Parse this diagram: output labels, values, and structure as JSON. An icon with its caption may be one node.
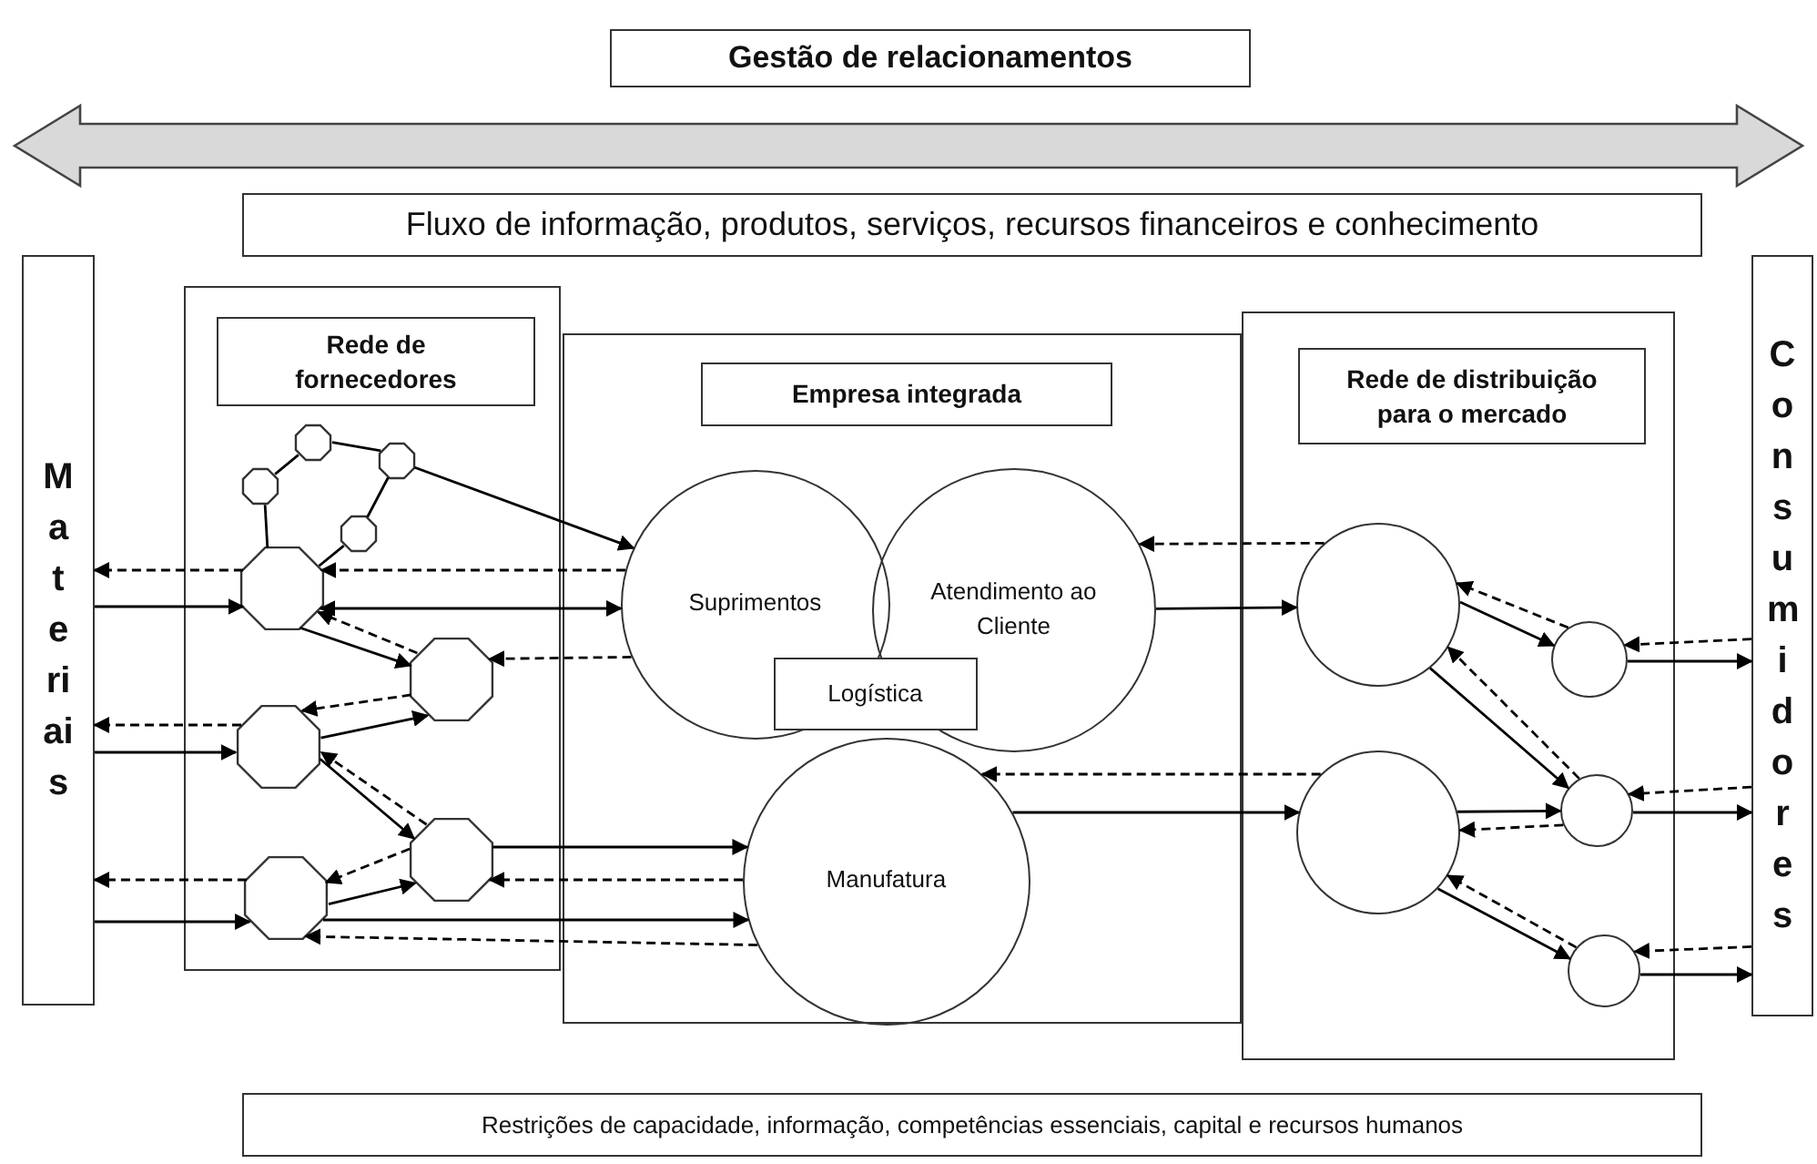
{
  "diagram": {
    "title": "Gestão de relacionamentos",
    "nodes": [
      {
        "text": [
          "Fluxo de informação, produtos, serviços, recursos financeiros e conhecimento"
        ]
      },
      {
        "text": [
          "Materiais"
        ]
      },
      {
        "text": [
          "Rede de fornecedores"
        ]
      },
      {
        "text": [],
        "shape": "octagon",
        "in": 2
      },
      {
        "text": [],
        "shape": "octagon",
        "in": 2
      },
      {
        "text": [],
        "shape": "octagon",
        "in": 2
      },
      {
        "text": [],
        "shape": "octagon",
        "in": 2
      },
      {
        "text": [],
        "shape": "octagon",
        "in": 2
      },
      {
        "text": [],
        "shape": "octagon",
        "in": 2
      },
      {
        "text": [],
        "shape": "octagon",
        "in": 2
      },
      {
        "text": [],
        "shape": "octagon",
        "in": 2
      },
      {
        "text": [],
        "shape": "octagon",
        "in": 2
      },
      {
        "text": [
          "Empresa integrada"
        ]
      },
      {
        "text": [
          "Suprimentos"
        ],
        "in": 12
      },
      {
        "text": [
          "Atendimento ao Cliente"
        ],
        "in": 12
      },
      {
        "text": [
          "Logística"
        ],
        "in": 12
      },
      {
        "text": [
          "Manufatura"
        ],
        "in": 12
      },
      {
        "text": [
          "Rede de distribuição para o mercado"
        ]
      },
      {
        "text": [],
        "shape": "circle",
        "in": 17
      },
      {
        "text": [],
        "shape": "circle",
        "in": 17
      },
      {
        "text": [],
        "shape": "circle",
        "in": 17
      },
      {
        "text": [],
        "shape": "circle",
        "in": 17
      },
      {
        "text": [],
        "shape": "circle",
        "in": 17
      },
      {
        "text": [
          "Consumidores"
        ]
      },
      {
        "text": [
          "Restrições de capacidade, informação, competências essenciais, capital e recursos humanos"
        ]
      }
    ],
    "edges": [
      {
        "from": 5,
        "to": 3,
        "arrow": "none"
      },
      {
        "from": 3,
        "to": 4,
        "arrow": "none"
      },
      {
        "from": 4,
        "to": 6,
        "arrow": "none"
      },
      {
        "from": 5,
        "to": 7,
        "arrow": "none"
      },
      {
        "from": 6,
        "to": 7,
        "arrow": "none"
      },
      {
        "from": 4,
        "to": 13,
        "arrow": "to"
      },
      {
        "from": 7,
        "to": 1,
        "arrow": "to",
        "style": "dashed"
      },
      {
        "from": 1,
        "to": 7,
        "arrow": "to"
      },
      {
        "from": 13,
        "to": 7,
        "arrow": "to",
        "style": "dashed"
      },
      {
        "from": 7,
        "to": 13,
        "arrow": "both"
      },
      {
        "from": 13,
        "to": 8,
        "arrow": "to",
        "style": "dashed"
      },
      {
        "from": 7,
        "to": 8,
        "arrow": "to"
      },
      {
        "from": 8,
        "to": 7,
        "arrow": "to",
        "style": "dashed"
      },
      {
        "from": 9,
        "to": 1,
        "arrow": "to",
        "style": "dashed"
      },
      {
        "from": 1,
        "to": 9,
        "arrow": "to"
      },
      {
        "from": 8,
        "to": 9,
        "arrow": "to",
        "style": "dashed"
      },
      {
        "from": 9,
        "to": 8,
        "arrow": "to"
      },
      {
        "from": 9,
        "to": 10,
        "arrow": "to"
      },
      {
        "from": 10,
        "to": 9,
        "arrow": "to",
        "style": "dashed"
      },
      {
        "from": 10,
        "to": 11,
        "arrow": "to",
        "style": "dashed"
      },
      {
        "from": 11,
        "to": 10,
        "arrow": "to"
      },
      {
        "from": 1,
        "to": 11,
        "arrow": "to"
      },
      {
        "from": 11,
        "to": 1,
        "arrow": "to",
        "style": "dashed"
      },
      {
        "from": 10,
        "to": 16,
        "arrow": "to"
      },
      {
        "from": 16,
        "to": 10,
        "arrow": "to",
        "style": "dashed"
      },
      {
        "from": 11,
        "to": 16,
        "arrow": "to"
      },
      {
        "from": 16,
        "to": 11,
        "arrow": "to",
        "style": "dashed"
      },
      {
        "from": 14,
        "to": 18,
        "arrow": "to"
      },
      {
        "from": 18,
        "to": 14,
        "arrow": "to",
        "style": "dashed"
      },
      {
        "from": 19,
        "to": 16,
        "arrow": "to",
        "style": "dashed"
      },
      {
        "from": 16,
        "to": 19,
        "arrow": "to"
      },
      {
        "from": 18,
        "to": 20,
        "arrow": "to"
      },
      {
        "from": 20,
        "to": 18,
        "arrow": "to",
        "style": "dashed"
      },
      {
        "from": 18,
        "to": 21,
        "arrow": "to"
      },
      {
        "from": 21,
        "to": 18,
        "arrow": "to",
        "style": "dashed"
      },
      {
        "from": 19,
        "to": 21,
        "arrow": "to"
      },
      {
        "from": 21,
        "to": 19,
        "arrow": "to",
        "style": "dashed"
      },
      {
        "from": 19,
        "to": 22,
        "arrow": "to"
      },
      {
        "from": 22,
        "to": 19,
        "arrow": "to",
        "style": "dashed"
      },
      {
        "from": 23,
        "to": 20,
        "arrow": "to",
        "style": "dashed"
      },
      {
        "from": 20,
        "to": 23,
        "arrow": "to"
      },
      {
        "from": 23,
        "to": 21,
        "arrow": "to",
        "style": "dashed"
      },
      {
        "from": 21,
        "to": 23,
        "arrow": "to"
      },
      {
        "from": 23,
        "to": 22,
        "arrow": "to",
        "style": "dashed"
      },
      {
        "from": 22,
        "to": 23,
        "arrow": "to"
      }
    ]
  }
}
